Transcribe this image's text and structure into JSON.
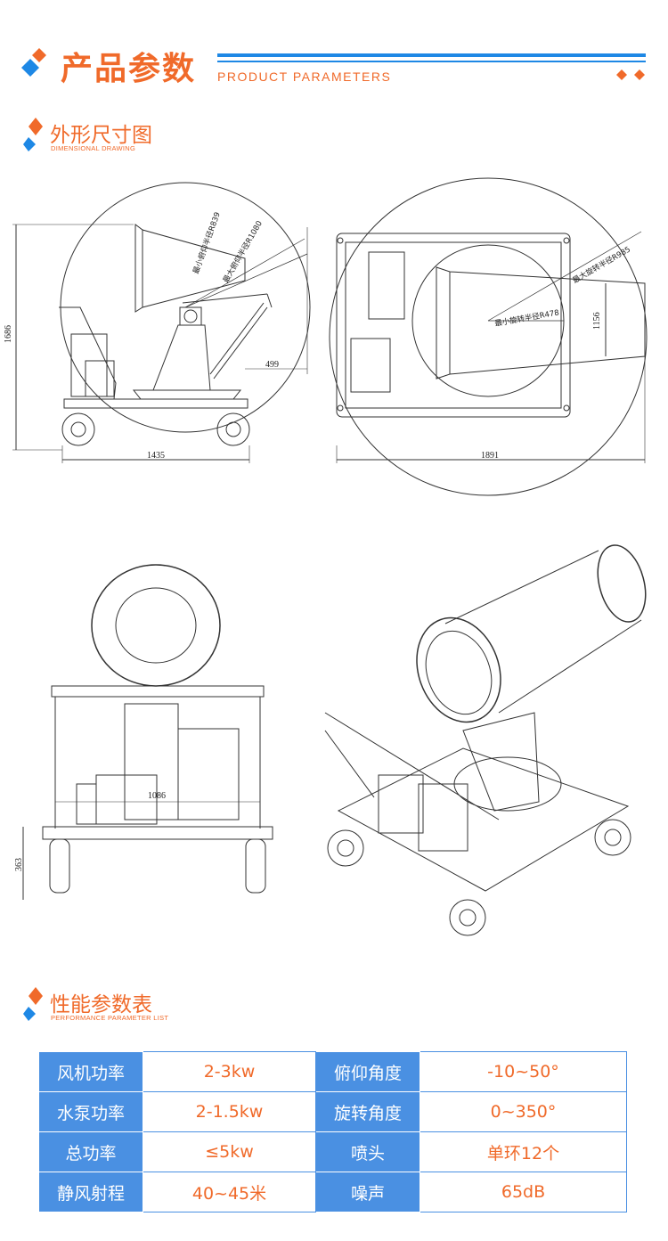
{
  "header": {
    "title": "产品参数",
    "subtitle": "PRODUCT PARAMETERS",
    "accent_color": "#f06a2a",
    "line_color": "#1e88e5"
  },
  "sections": {
    "drawing": {
      "title": "外形尺寸图",
      "subtitle": "DIMENSIONAL DRAWING"
    },
    "performance": {
      "title": "性能参数表",
      "subtitle": "PERFORMANCE PARAMETER LIST"
    }
  },
  "drawing_labels": {
    "side_height": "1686",
    "side_width": "1435",
    "side_offset": "499",
    "side_r_min_pitch": "最小俯仰半径R839",
    "side_r_max_pitch": "最大俯仰半径R1080",
    "top_width": "1891",
    "top_height": "1156",
    "top_r_max_rot": "最大旋转半径R985",
    "top_r_min_rot": "最小旋转半径R478",
    "front_width": "1086",
    "front_height": "363"
  },
  "table": {
    "header_color": "#4a90e2",
    "rows": [
      {
        "k1": "风机功率",
        "v1": "2-3kw",
        "k2": "俯仰角度",
        "v2": "-10~50°"
      },
      {
        "k1": "水泵功率",
        "v1": "2-1.5kw",
        "k2": "旋转角度",
        "v2": "0~350°"
      },
      {
        "k1": "总功率",
        "v1": "≤5kw",
        "k2": "喷头",
        "v2": "单环12个"
      },
      {
        "k1": "静风射程",
        "v1": "40~45米",
        "k2": "噪声",
        "v2": "65dB"
      }
    ]
  }
}
